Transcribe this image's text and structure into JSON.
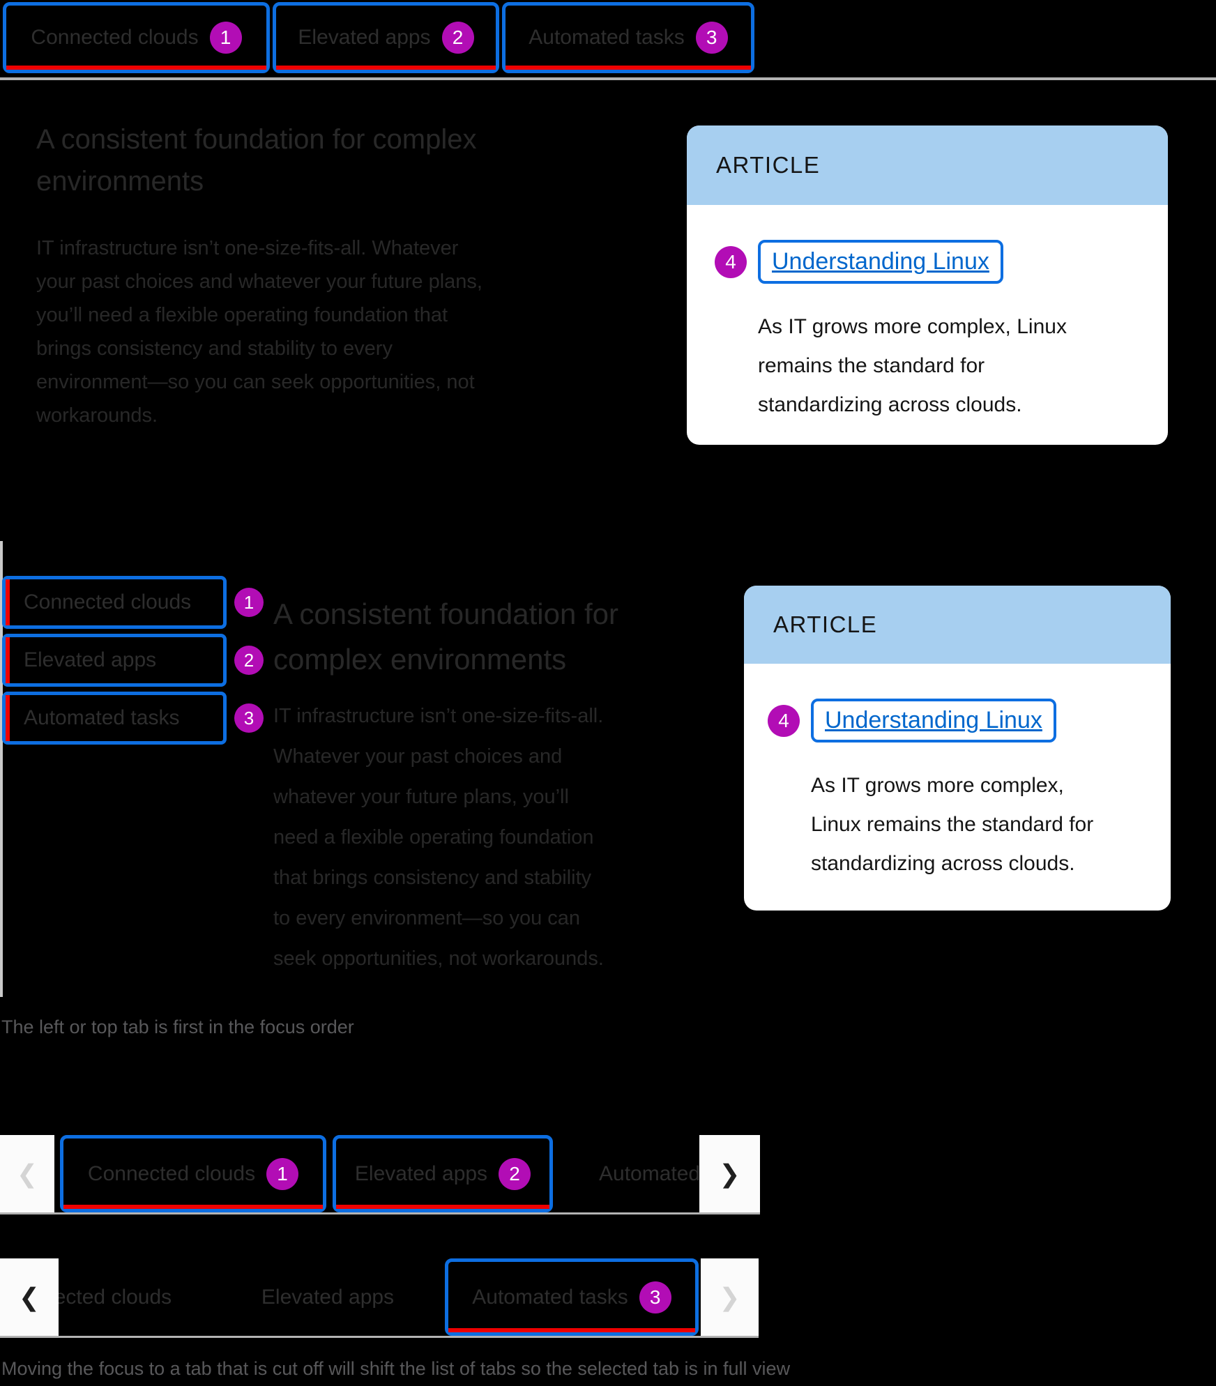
{
  "colors": {
    "focus_outline_blue": "#0D6EE1",
    "selected_indicator_red": "#EE0000",
    "annotation_badge_magenta": "#B20DB5",
    "card_header_blue": "#A7CFF0",
    "link_blue": "#0066CC",
    "card_background": "#FFFFFF",
    "page_background": "#000000"
  },
  "tabs": [
    {
      "label": "Connected clouds",
      "badge": "1"
    },
    {
      "label": "Elevated apps",
      "badge": "2"
    },
    {
      "label": "Automated tasks",
      "badge": "3"
    }
  ],
  "article": {
    "overline": "ARTICLE",
    "badge": "4",
    "link_label": "Understanding Linux"
  },
  "section_horizontal": {
    "heading_lines": [
      "A consistent foundation for complex",
      "environments"
    ],
    "body_lines": [
      "IT infrastructure isn’t one-size-fits-all. Whatever",
      "your past choices and whatever your future plans,",
      "you’ll need a flexible operating foundation that",
      "brings consistency and stability to every",
      "environment—so you can seek opportunities, not",
      "workarounds."
    ],
    "card_body_lines": [
      "As IT grows more complex, Linux",
      "remains the standard for",
      "standardizing across clouds."
    ]
  },
  "section_vertical": {
    "heading_lines": [
      "A consistent foundation for",
      "complex environments"
    ],
    "body_lines": [
      "IT infrastructure isn’t one-size-fits-all.",
      "Whatever your past choices and",
      "whatever your future plans, you’ll",
      "need a flexible operating foundation",
      "that brings consistency and stability",
      "to every environment—so you can",
      "seek opportunities, not workarounds."
    ],
    "card_body_lines": [
      "As IT grows more complex,",
      "Linux remains the standard for",
      "standardizing across clouds."
    ],
    "caption": "The left or top tab is first in the focus order"
  },
  "section_overflow": {
    "caption": "Moving the focus to a tab that is cut off will shift the list of tabs so the selected tab is in full view"
  },
  "icons": {
    "chevron_left": "❮",
    "chevron_right": "❯"
  }
}
